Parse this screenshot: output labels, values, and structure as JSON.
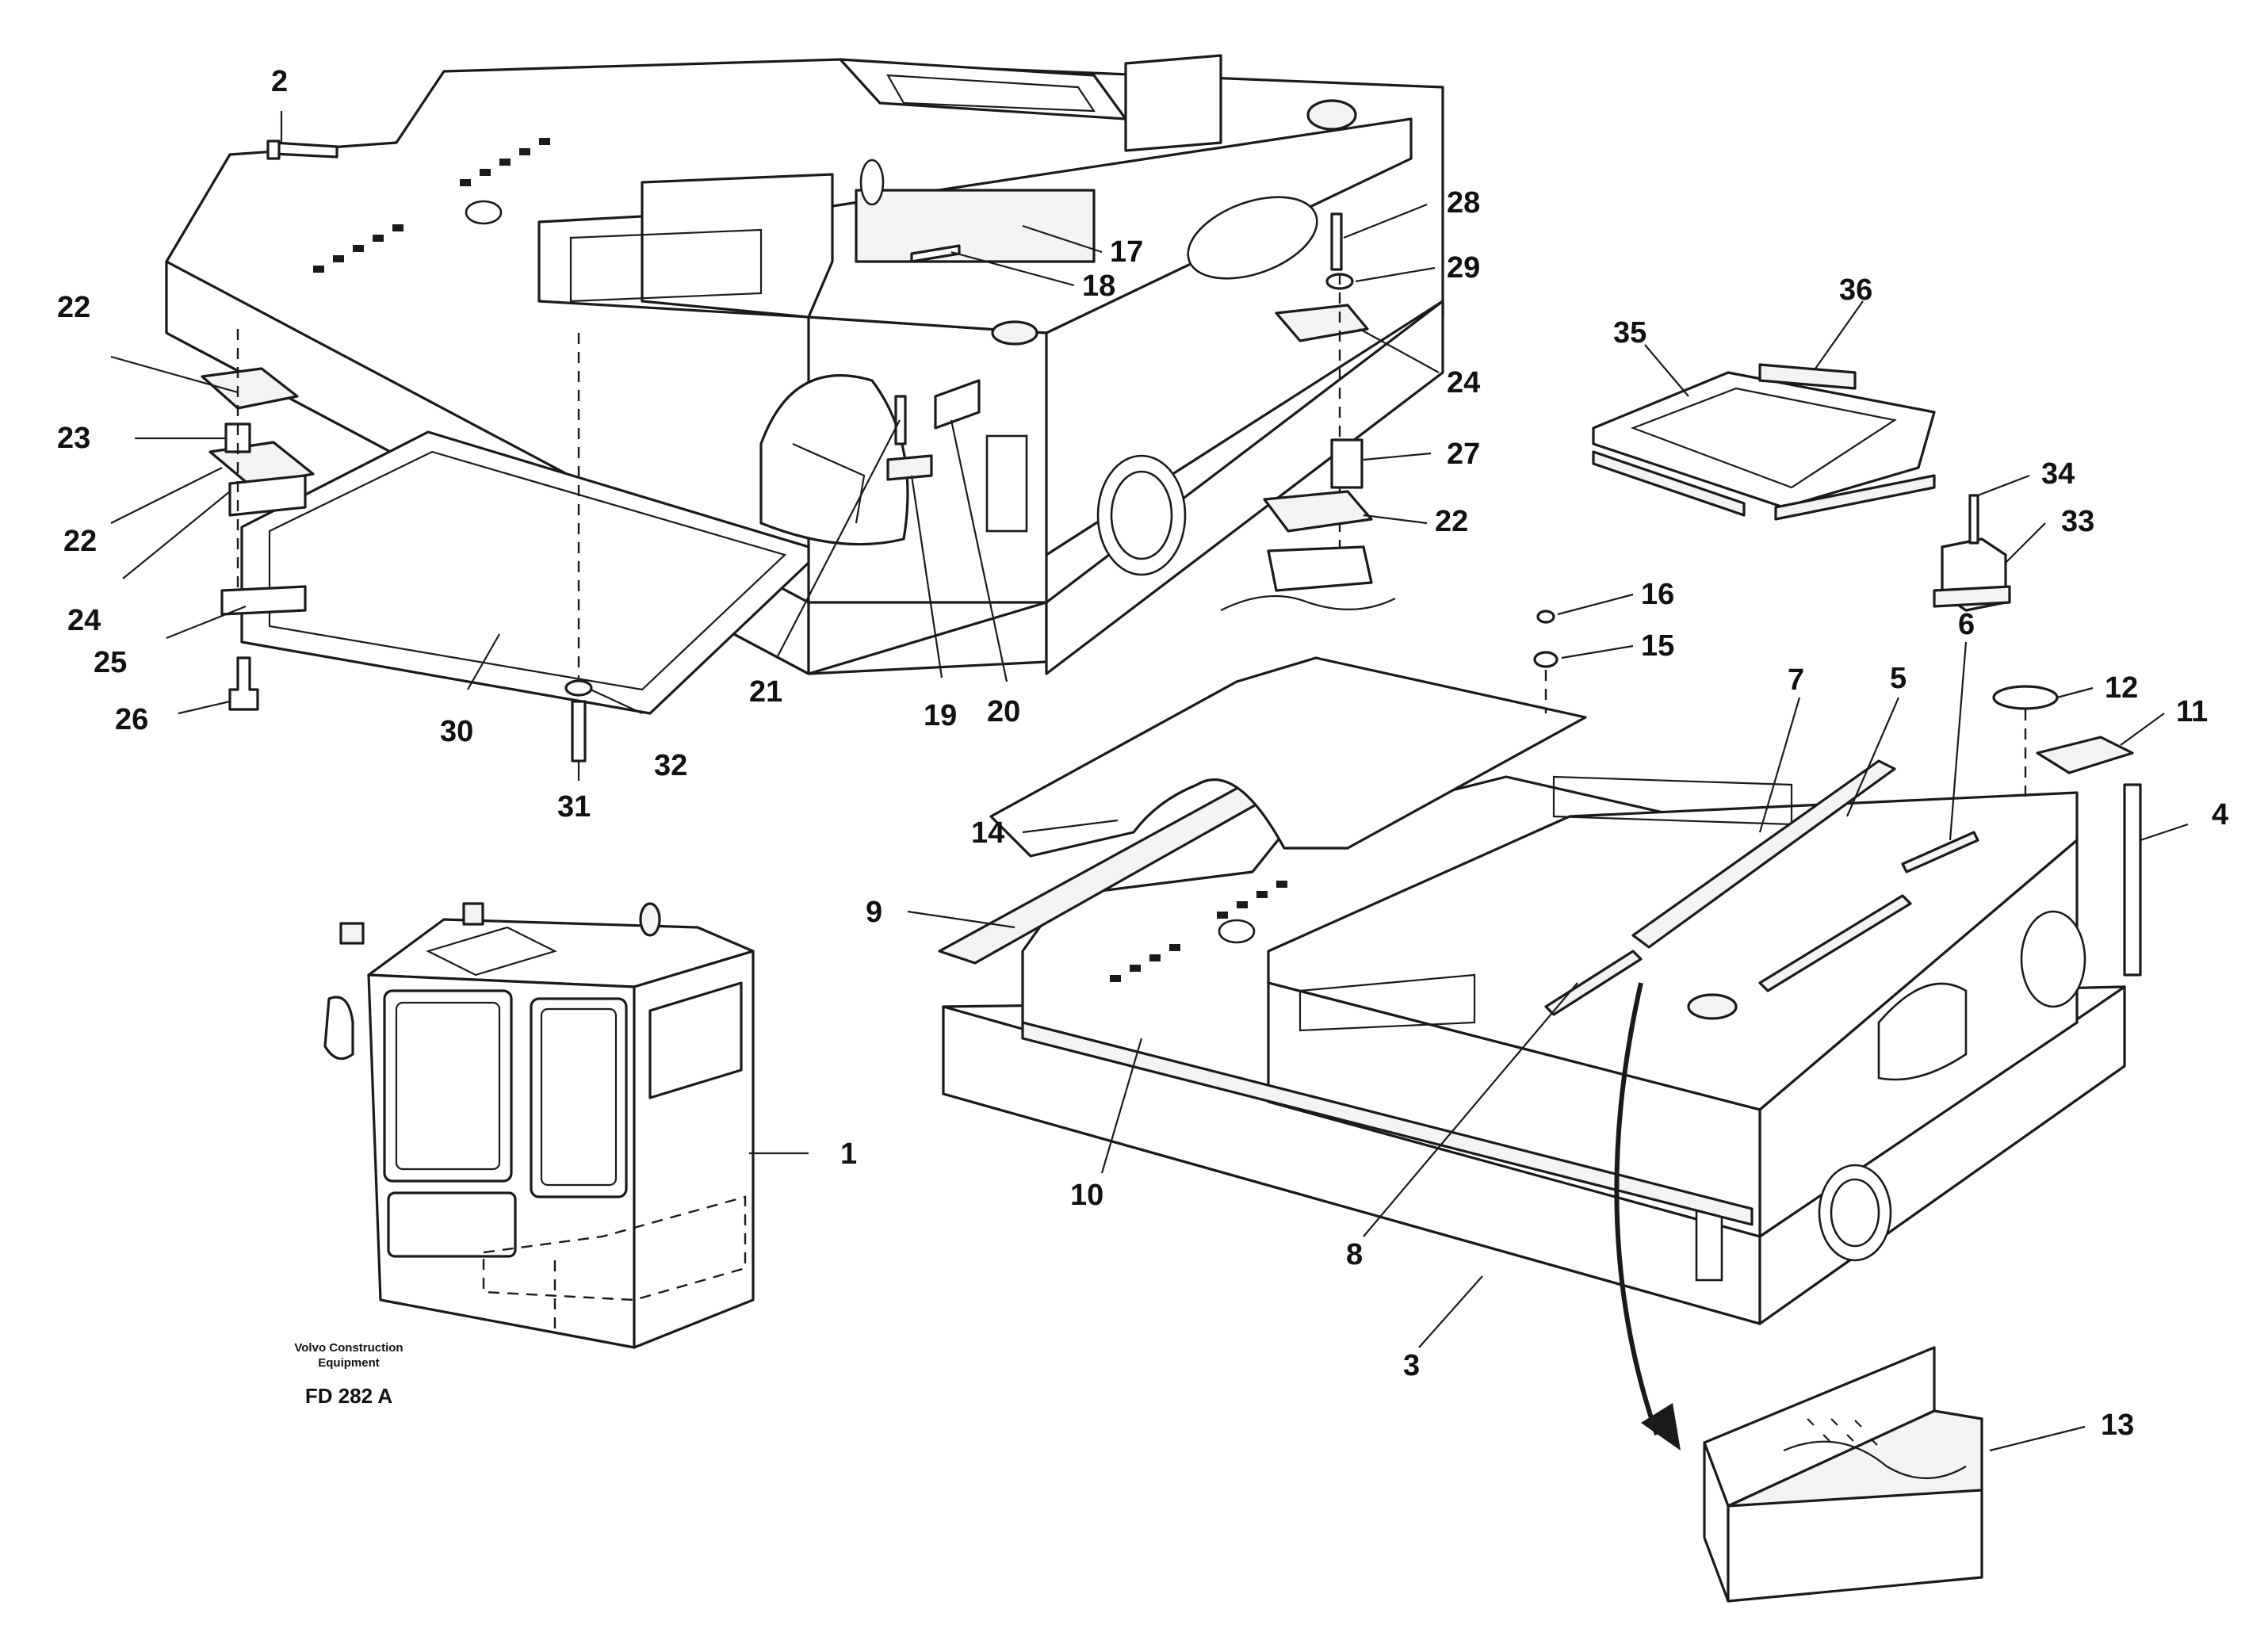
{
  "caption": {
    "company_line1": "Volvo Construction",
    "company_line2": "Equipment",
    "figure_code": "FD 282 A"
  },
  "callouts": [
    {
      "id": "c1",
      "text": "1"
    },
    {
      "id": "c2",
      "text": "2"
    },
    {
      "id": "c3",
      "text": "3"
    },
    {
      "id": "c4",
      "text": "4"
    },
    {
      "id": "c5",
      "text": "5"
    },
    {
      "id": "c6",
      "text": "6"
    },
    {
      "id": "c7",
      "text": "7"
    },
    {
      "id": "c8",
      "text": "8"
    },
    {
      "id": "c9",
      "text": "9"
    },
    {
      "id": "c10",
      "text": "10"
    },
    {
      "id": "c11",
      "text": "11"
    },
    {
      "id": "c12",
      "text": "12"
    },
    {
      "id": "c13",
      "text": "13"
    },
    {
      "id": "c14",
      "text": "14"
    },
    {
      "id": "c15",
      "text": "15"
    },
    {
      "id": "c16",
      "text": "16"
    },
    {
      "id": "c17",
      "text": "17"
    },
    {
      "id": "c18",
      "text": "18"
    },
    {
      "id": "c19",
      "text": "19"
    },
    {
      "id": "c20",
      "text": "20"
    },
    {
      "id": "c21",
      "text": "21"
    },
    {
      "id": "c22a",
      "text": "22"
    },
    {
      "id": "c22b",
      "text": "22"
    },
    {
      "id": "c22c",
      "text": "22"
    },
    {
      "id": "c23",
      "text": "23"
    },
    {
      "id": "c24a",
      "text": "24"
    },
    {
      "id": "c24b",
      "text": "24"
    },
    {
      "id": "c25",
      "text": "25"
    },
    {
      "id": "c26",
      "text": "26"
    },
    {
      "id": "c27",
      "text": "27"
    },
    {
      "id": "c28",
      "text": "28"
    },
    {
      "id": "c29",
      "text": "29"
    },
    {
      "id": "c30",
      "text": "30"
    },
    {
      "id": "c31",
      "text": "31"
    },
    {
      "id": "c32",
      "text": "32"
    },
    {
      "id": "c33",
      "text": "33"
    },
    {
      "id": "c34",
      "text": "34"
    },
    {
      "id": "c35",
      "text": "35"
    },
    {
      "id": "c36",
      "text": "36"
    }
  ]
}
